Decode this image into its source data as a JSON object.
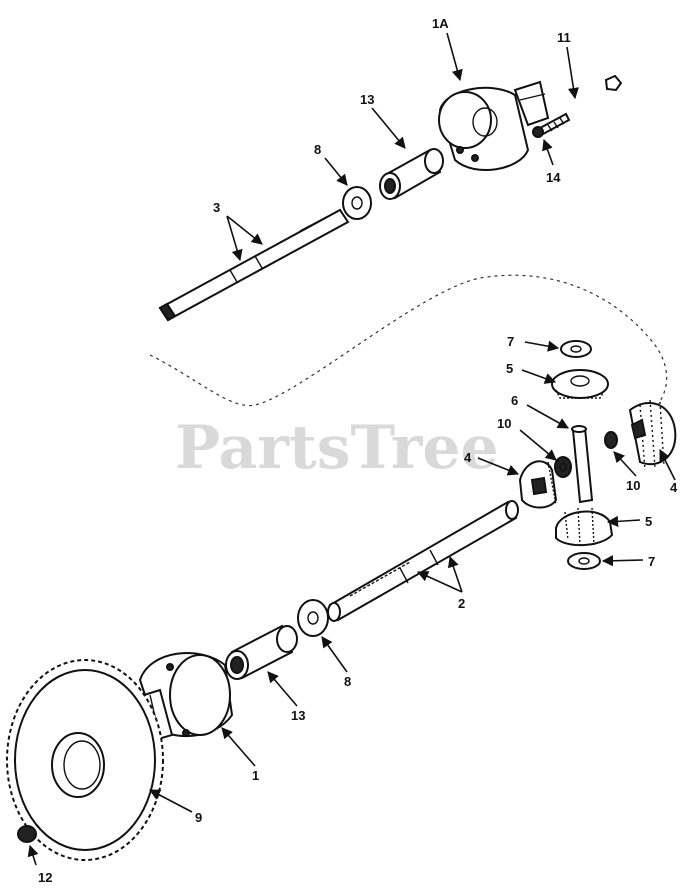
{
  "watermark": "PartsTree",
  "callouts": {
    "c1a": "1A",
    "c11": "11",
    "c13_top": "13",
    "c8_top": "8",
    "c14": "14",
    "c3": "3",
    "c7_top": "7",
    "c5_top": "5",
    "c6": "6",
    "c10_left": "10",
    "c4_left": "4",
    "c10_right": "10",
    "c4_right": "4",
    "c5_bottom": "5",
    "c7_bottom": "7",
    "c2": "2",
    "c13_bottom": "13",
    "c8_bottom": "8",
    "c1": "1",
    "c9": "9",
    "c12": "12"
  }
}
